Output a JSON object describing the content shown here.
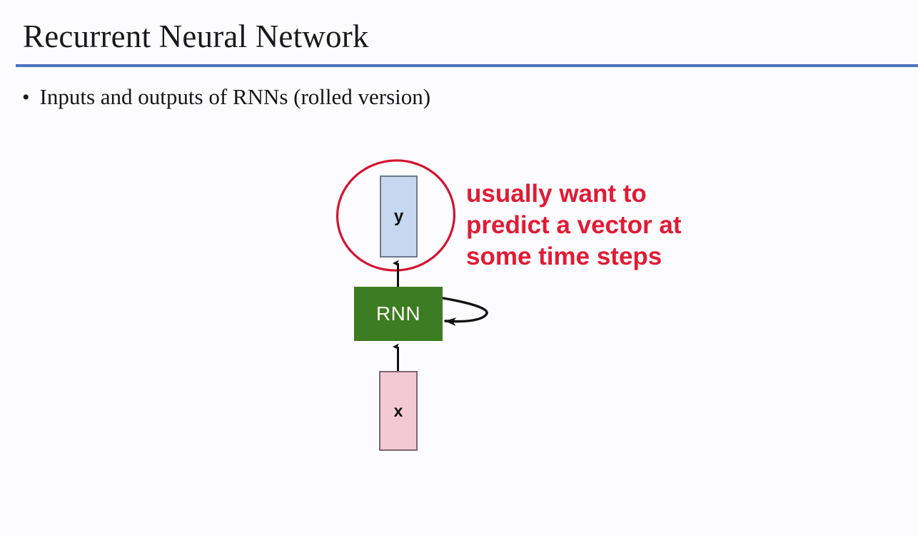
{
  "slide": {
    "title": "Recurrent Neural Network",
    "rule_color": "#4a72c0",
    "background_color": "#fcfbfd"
  },
  "bullets": [
    {
      "marker": "•",
      "text": "Inputs and outputs of RNNs (rolled version)"
    }
  ],
  "diagram": {
    "nodes": {
      "output": {
        "label": "y",
        "fill": "#c6d7ef",
        "stroke": "#6b7b8c"
      },
      "cell": {
        "label": "RNN",
        "fill": "#3c7c22",
        "text_color": "#fdfdf2"
      },
      "input": {
        "label": "x",
        "fill": "#f2c9d5",
        "stroke": "#7d6770"
      }
    },
    "highlight_circle": {
      "name": "red-circle-around-output",
      "stroke": "#d4122f"
    },
    "edges": [
      {
        "name": "input-to-cell",
        "from": "x",
        "to": "RNN",
        "direction": "up"
      },
      {
        "name": "cell-to-output",
        "from": "RNN",
        "to": "y",
        "direction": "up"
      },
      {
        "name": "cell-self-loop",
        "from": "RNN",
        "to": "RNN",
        "direction": "recurrent"
      }
    ]
  },
  "annotation": {
    "color": "#e11b35",
    "lines": [
      "usually want to",
      "predict a vector at",
      "some time steps"
    ],
    "line1": "usually want to",
    "line2": "predict a vector at",
    "line3": "some time steps"
  }
}
